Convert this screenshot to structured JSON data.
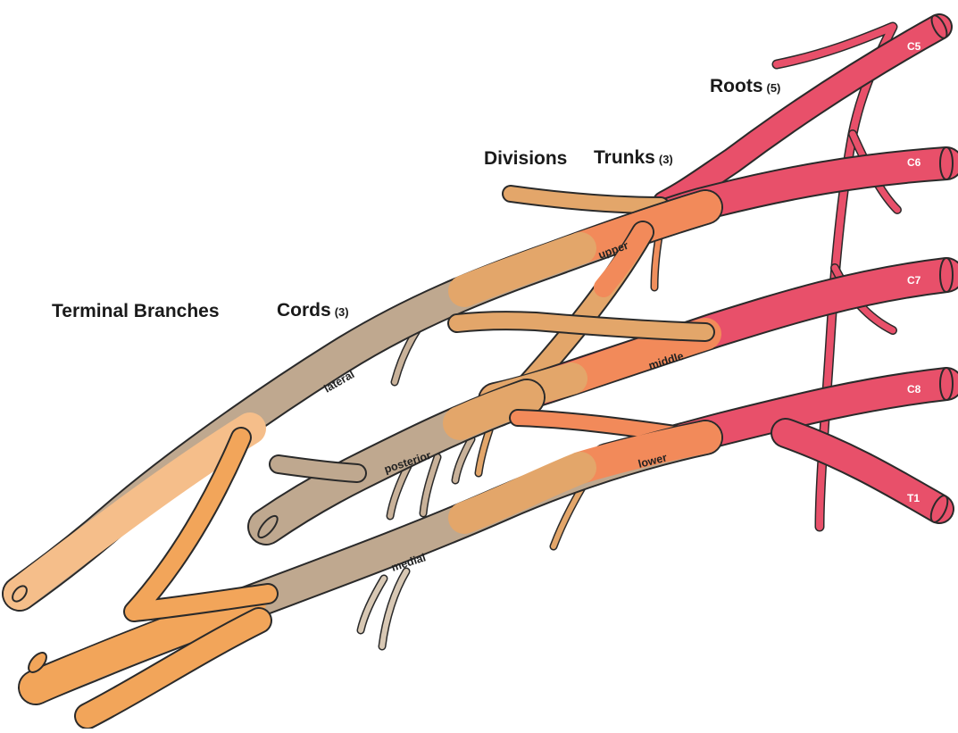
{
  "headers": {
    "terminal_branches": "Terminal Branches",
    "cords": "Cords",
    "cords_count": "(3)",
    "divisions": "Divisions",
    "trunks": "Trunks",
    "trunks_count": "(3)",
    "roots": "Roots",
    "roots_count": "(5)"
  },
  "roots": [
    "C5",
    "C6",
    "C7",
    "C8",
    "T1"
  ],
  "trunks": [
    "upper",
    "middle",
    "lower"
  ],
  "cords": [
    "lateral",
    "posterior",
    "medial"
  ],
  "colors": {
    "roots": "#e8506a",
    "trunks": "#f28a5a",
    "divisions": "#e3a66a",
    "cords": "#bfa88f",
    "terminal": "#f2a55a",
    "outline": "#2a2a2a"
  }
}
